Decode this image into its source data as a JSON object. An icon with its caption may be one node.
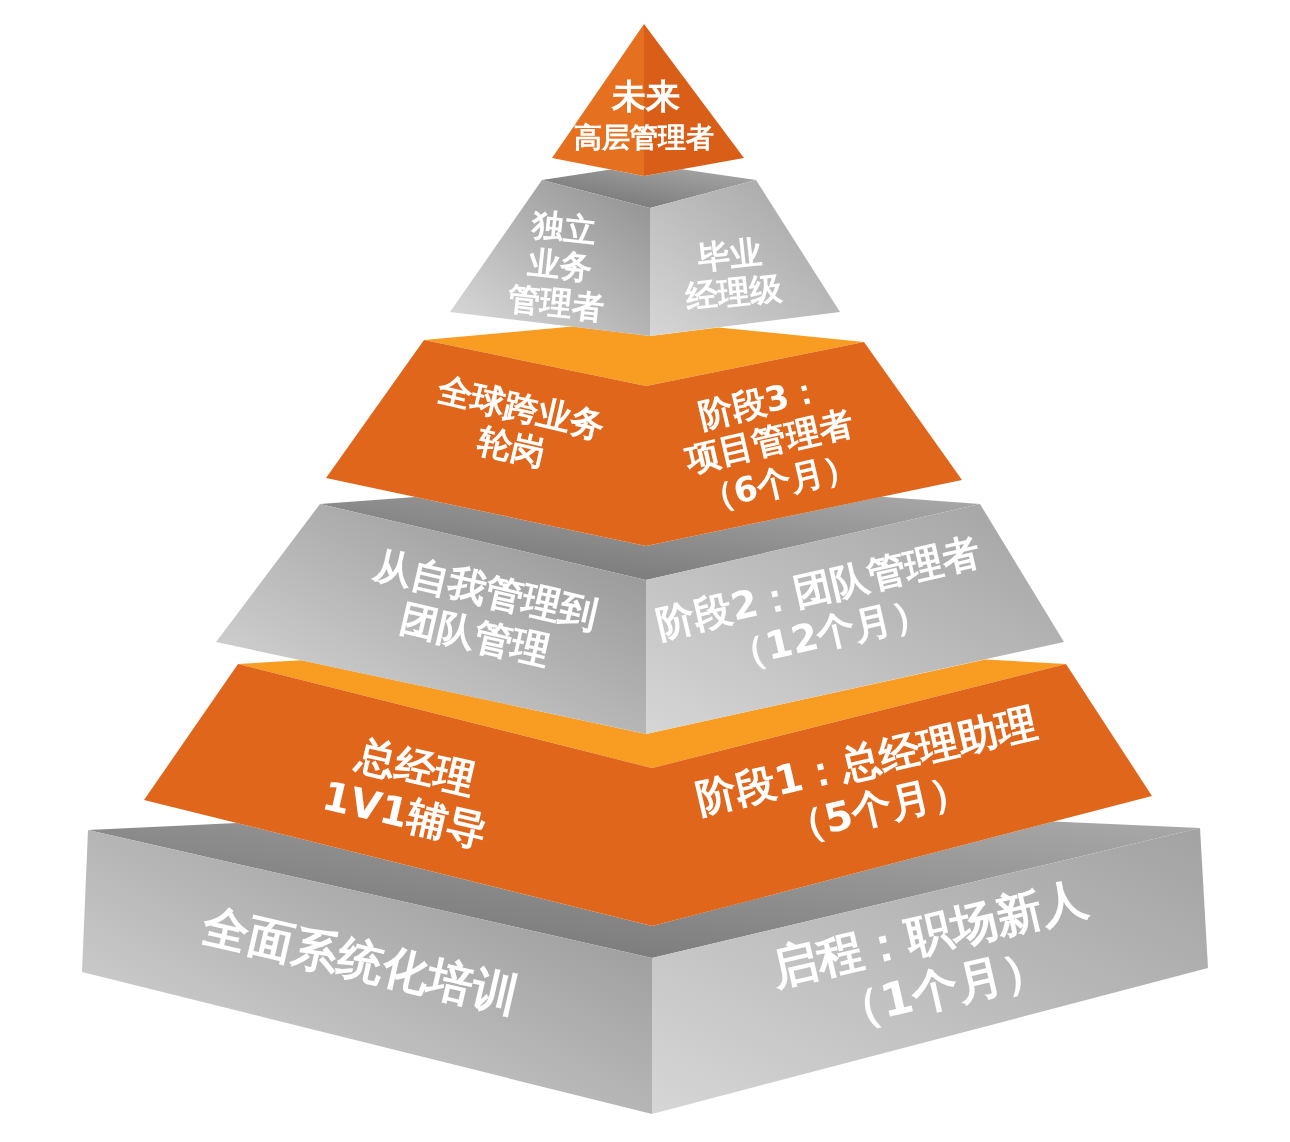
{
  "diagram": {
    "nodes": [
      {
        "text": [
          "未来",
          "高层管理者"
        ]
      },
      {
        "text": [
          "独立业务管理者",
          "毕业经理级"
        ]
      },
      {
        "text": [
          "全球跨业务轮岗",
          "阶段3：项目管理者（6个月）"
        ]
      },
      {
        "text": [
          "从自我管理到团队管理",
          "阶段2：团队管理者（12个月）"
        ]
      },
      {
        "text": [
          "总经理1V1辅导",
          "阶段1：总经理助理（5个月）"
        ]
      },
      {
        "text": [
          "全面系统化培训",
          "启程：职场新人（1个月）"
        ]
      }
    ]
  }
}
